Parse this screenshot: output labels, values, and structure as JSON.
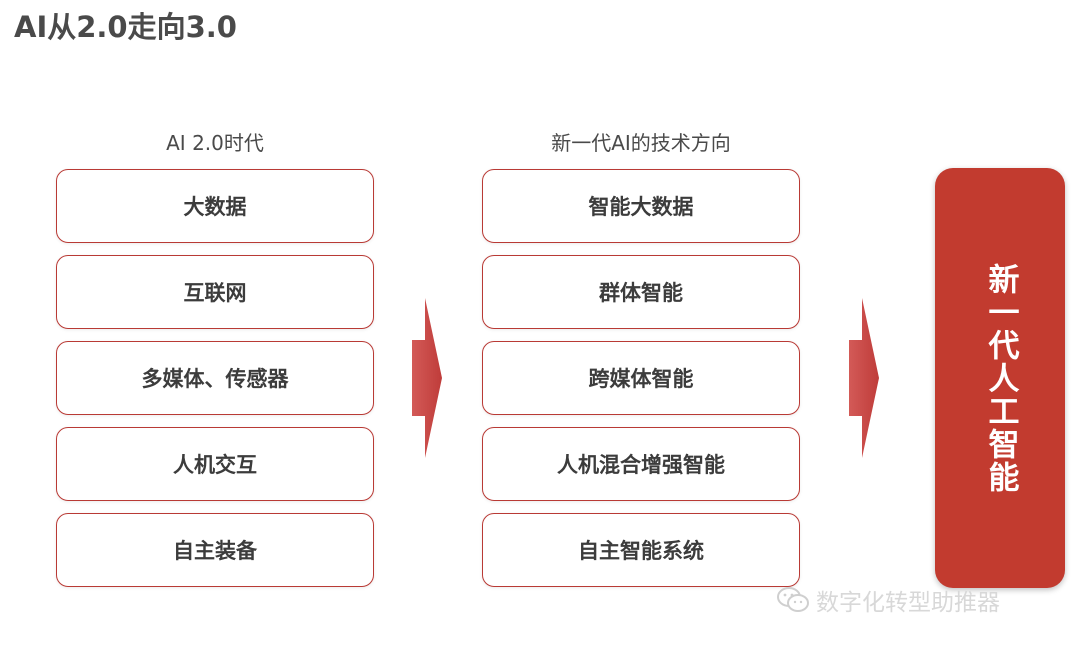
{
  "title": "AI从2.0走向3.0",
  "left_column": {
    "header": "AI 2.0时代",
    "items": [
      "大数据",
      "互联网",
      "多媒体、传感器",
      "人机交互",
      "自主装备"
    ]
  },
  "middle_column": {
    "header": "新一代AI的技术方向",
    "items": [
      "智能大数据",
      "群体智能",
      "跨媒体智能",
      "人机混合增强智能",
      "自主智能系统"
    ]
  },
  "result": {
    "label": "新一代人工智能"
  },
  "watermark": {
    "text": "数字化转型助推器",
    "icon": "wechat-icon"
  },
  "colors": {
    "accent": "#c23b2f",
    "box_border": "#b93a35",
    "arrow": "#c94a48"
  }
}
